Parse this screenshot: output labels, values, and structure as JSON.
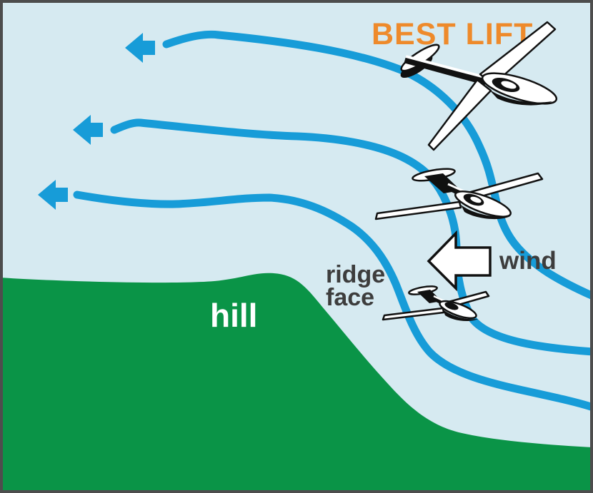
{
  "title": "BEST LIFT",
  "labels": {
    "wind": "wind",
    "ridge_line1": "ridge",
    "ridge_line2": "face",
    "hill": "hill"
  },
  "icons": {
    "flow_arrowheads": "left-arrow",
    "wind_arrow": "left-block-arrow",
    "gliders": [
      "glider-large-banked",
      "glider-medium",
      "glider-small"
    ]
  },
  "colors": {
    "sky": "#d6eaf1",
    "hill_green": "#0a9447",
    "streamline_blue": "#179cd8",
    "title_orange": "#ee8a2b",
    "label_dark": "#3d3d3d",
    "label_white": "#ffffff",
    "outline_black": "#111111",
    "frame_gray": "#4d4d4d"
  }
}
